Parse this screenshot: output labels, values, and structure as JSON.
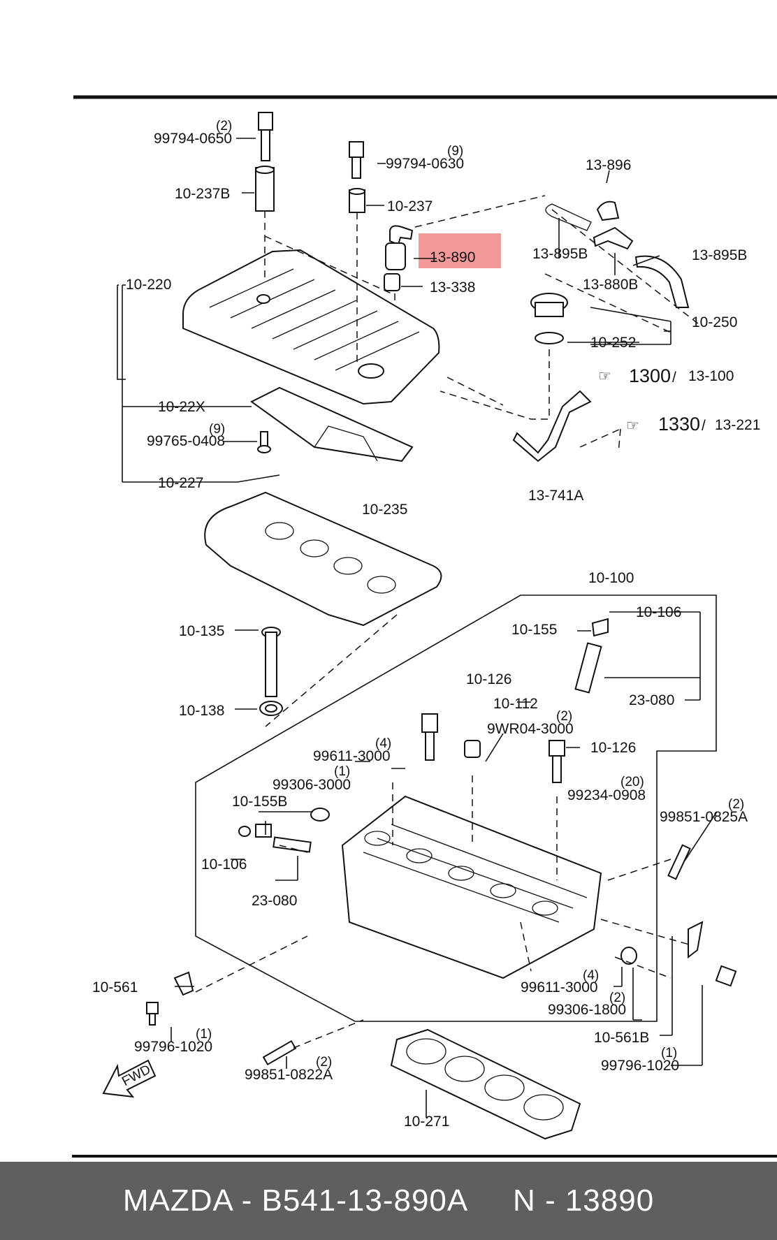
{
  "labels": {
    "l_99794_0650": "99794-0650",
    "q_99794_0650": "(2)",
    "l_99794_0630": "99794-0630",
    "q_99794_0630": "(9)",
    "l_10_237B": "10-237B",
    "l_10_237": "10-237",
    "l_13_896": "13-896",
    "l_13_890": "13-890",
    "l_13_895B_a": "13-895B",
    "l_13_895B_b": "13-895B",
    "l_13_338": "13-338",
    "l_13_880B": "13-880B",
    "l_10_220": "10-220",
    "l_10_250": "10-250",
    "l_10_252": "10-252",
    "l_1300": "1300",
    "l_13_100": "13-100",
    "l_10_22X": "10-22X",
    "l_1330": "1330",
    "l_13_221": "13-221",
    "l_99765_0408": "99765-0408",
    "q_99765_0408": "(9)",
    "l_10_227": "10-227",
    "l_13_741A": "13-741A",
    "l_10_235": "10-235",
    "l_10_100": "10-100",
    "l_10_106_a": "10-106",
    "l_10_155": "10-155",
    "l_10_135": "10-135",
    "l_23_080_a": "23-080",
    "l_10_126_a": "10-126",
    "l_10_112": "10-112",
    "l_10_138": "10-138",
    "l_9WR04_3000": "9WR04-3000",
    "q_9WR04_3000": "(2)",
    "l_99611_3000_a": "99611-3000",
    "q_99611_3000_a": "(4)",
    "l_10_126_b": "10-126",
    "l_99306_3000": "99306-3000",
    "q_99306_3000": "(1)",
    "l_99234_0908": "99234-0908",
    "q_99234_0908": "(20)",
    "l_10_155B": "10-155B",
    "l_99851_0825A": "99851-0825A",
    "q_99851_0825A": "(2)",
    "l_10_106_b": "10-106",
    "l_23_080_b": "23-080",
    "l_10_561": "10-561",
    "l_99611_3000_b": "99611-3000",
    "q_99611_3000_b": "(4)",
    "l_99306_1800": "99306-1800",
    "q_99306_1800": "(2)",
    "l_99796_1020_a": "99796-1020",
    "q_99796_1020_a": "(1)",
    "l_10_561B": "10-561B",
    "l_99851_0822A": "99851-0822A",
    "q_99851_0822A": "(2)",
    "l_99796_1020_b": "99796-1020",
    "q_99796_1020_b": "(1)",
    "l_10_271": "10-271",
    "fwd": "FWD"
  },
  "highlight_color": "#f29999",
  "footer": {
    "text": "MAZDA - B541-13-890A     N - 13890"
  }
}
